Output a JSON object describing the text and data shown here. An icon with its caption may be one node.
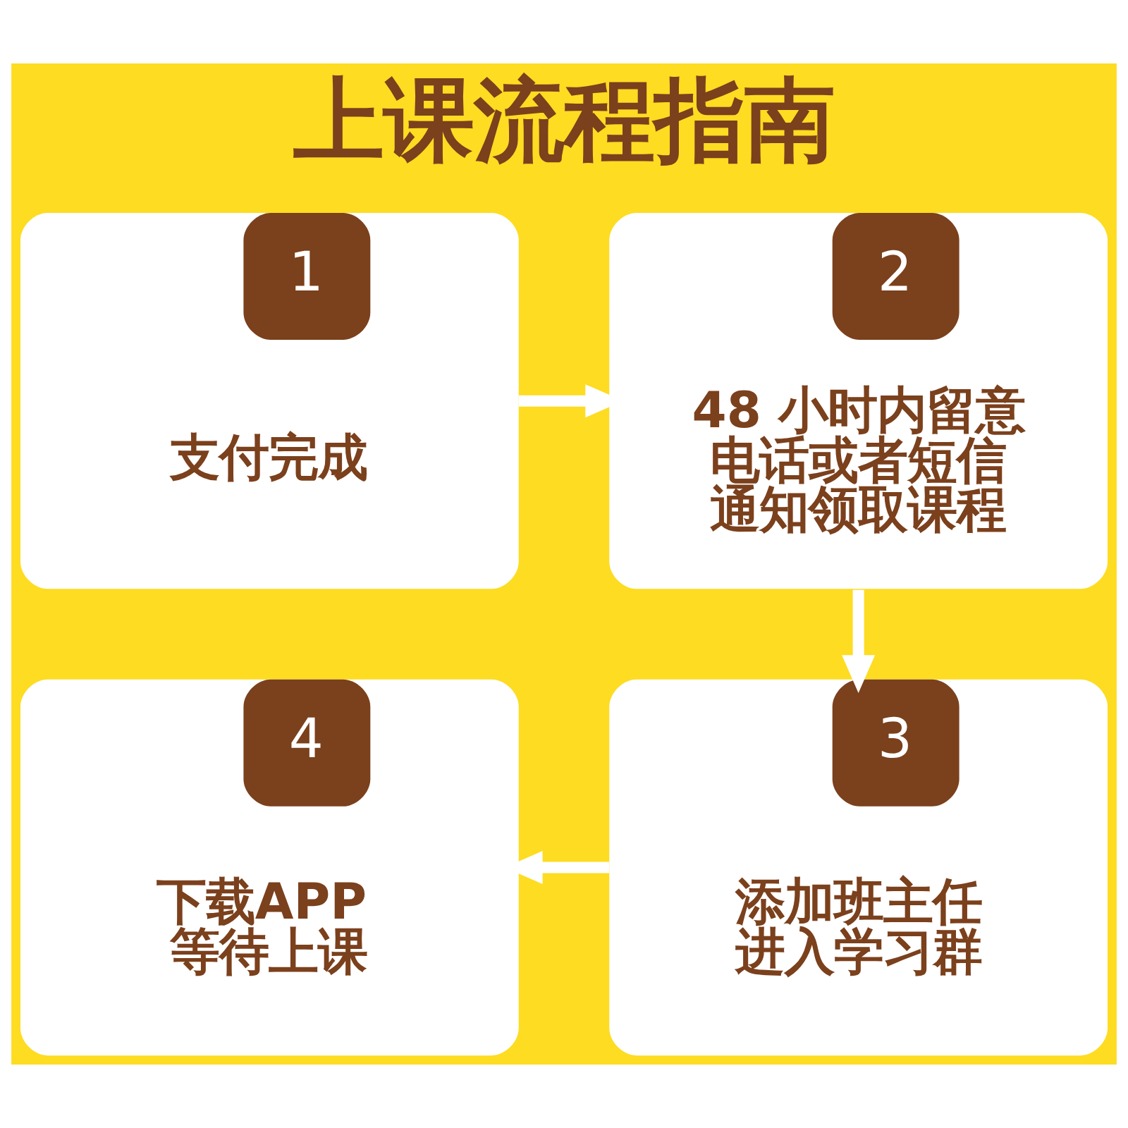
{
  "diagram": {
    "title": "上课流程指南",
    "nodes": [
      {
        "text": [
          "1",
          "支付完成"
        ]
      },
      {
        "text": [
          "2",
          "48 小时内留意电话或者短信通知领取课程"
        ]
      },
      {
        "text": [
          "3",
          "添加班主任进入学习群"
        ]
      },
      {
        "text": [
          "4",
          "下载APP 等待上课"
        ]
      }
    ],
    "edges": [
      {
        "from": 0,
        "to": 1,
        "arrow": "to"
      },
      {
        "from": 1,
        "to": 2,
        "arrow": "to"
      },
      {
        "from": 2,
        "to": 3,
        "arrow": "to"
      }
    ]
  }
}
